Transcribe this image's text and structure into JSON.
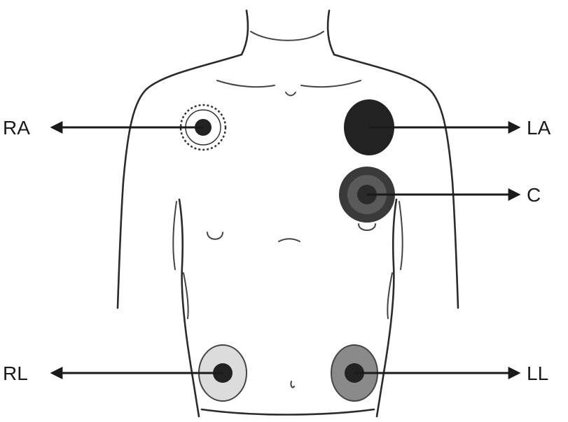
{
  "labels": {
    "ra": "RA",
    "la": "LA",
    "c": "C",
    "rl": "RL",
    "ll": "LL"
  },
  "colors": {
    "outline": "#2b2b2b",
    "arrow": "#1a1a1a",
    "electrode_dark": "#222222",
    "electrode_c_ring": "#3a3a3a",
    "electrode_c_inner": "#5a5a5a",
    "electrode_rl_ring": "#dcdcdc",
    "electrode_ll_ring": "#8a8a8a"
  }
}
